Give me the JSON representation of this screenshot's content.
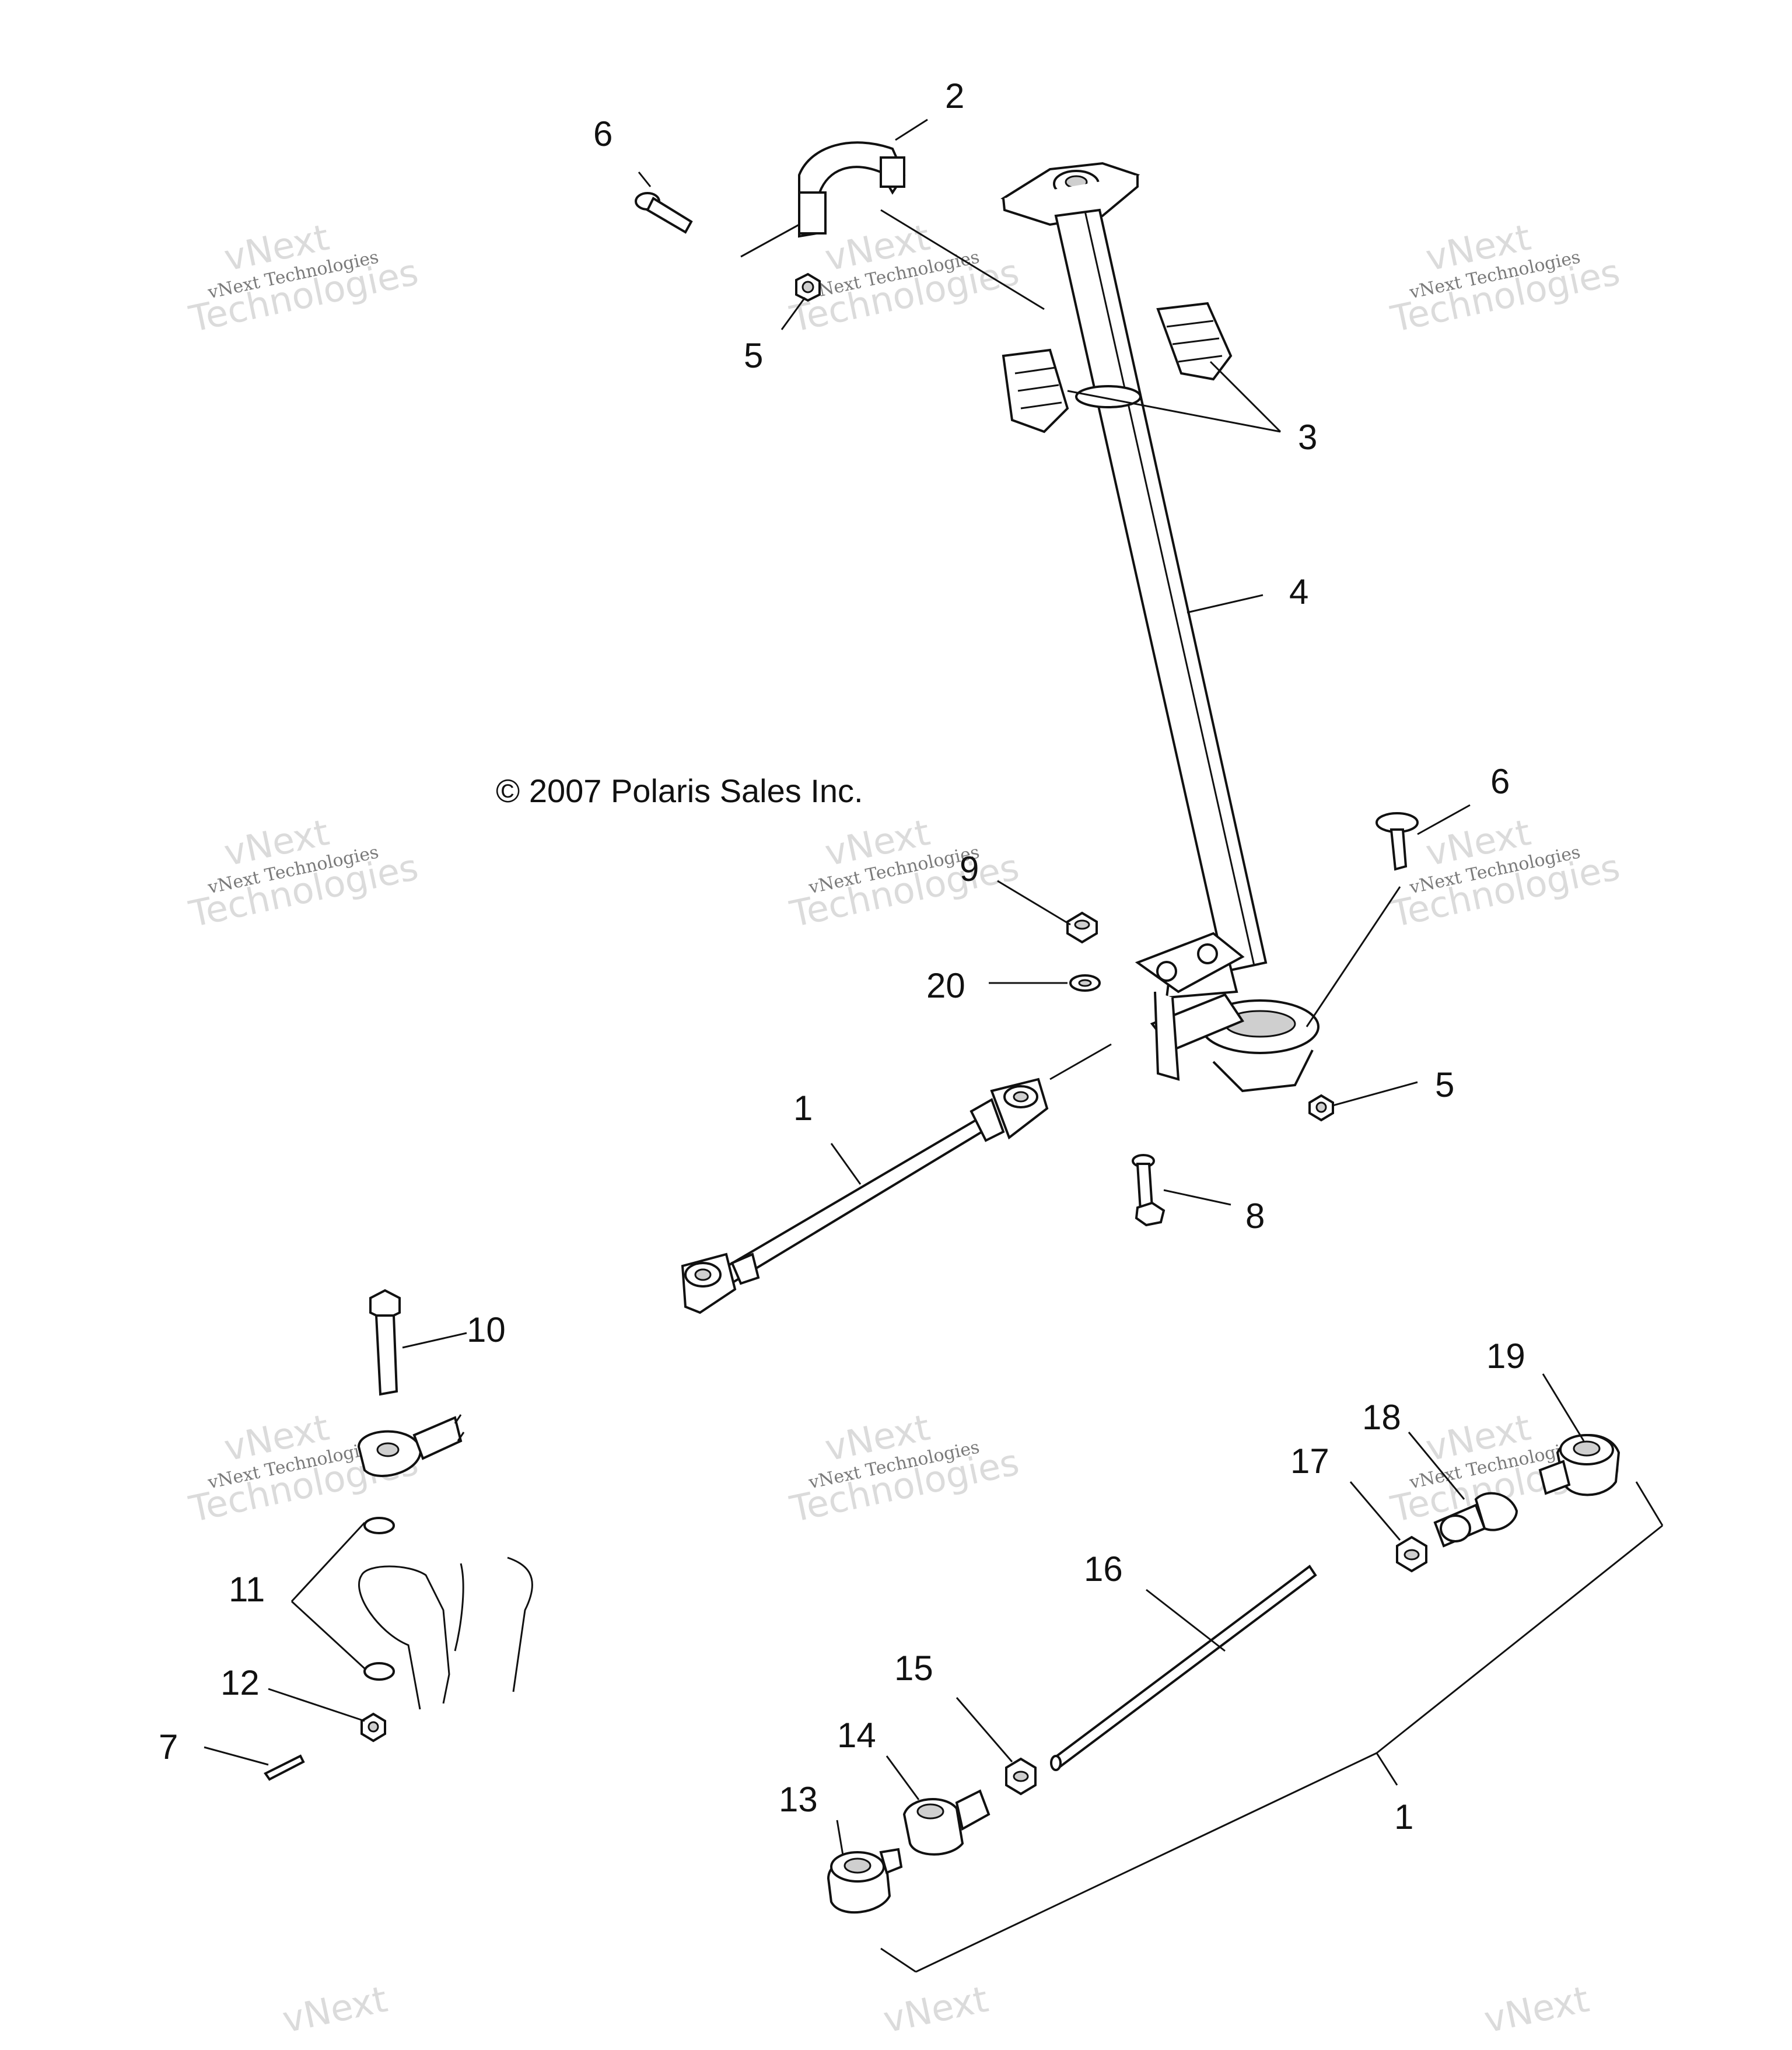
{
  "copyright": "© 2007 Polaris Sales Inc.",
  "watermark": {
    "line1": "vNext Technologies",
    "line2": "vNext",
    "line3": "Technologies"
  },
  "callouts": {
    "c1a": "1",
    "c1b": "1",
    "c2": "2",
    "c3": "3",
    "c4": "4",
    "c5a": "5",
    "c5b": "5",
    "c6a": "6",
    "c6b": "6",
    "c7": "7",
    "c8": "8",
    "c9": "9",
    "c10": "10",
    "c11": "11",
    "c12": "12",
    "c13": "13",
    "c14": "14",
    "c15": "15",
    "c16": "16",
    "c17": "17",
    "c18": "18",
    "c19": "19",
    "c20": "20"
  }
}
